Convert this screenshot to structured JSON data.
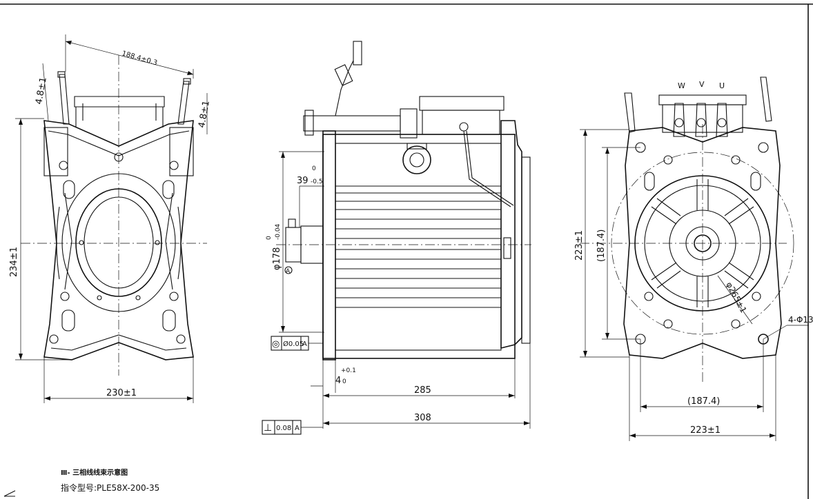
{
  "views": {
    "front": {
      "dim_height": "234±1",
      "dim_width": "230±1",
      "dim_terminal_span": "188.4±0.3",
      "dim_terminal_left": "4.8±1",
      "dim_terminal_right": "4.8±1"
    },
    "side": {
      "dim_shaft_dia": "φ178",
      "dim_shaft_tol_upper": "0",
      "dim_shaft_tol_lower": "-0.04",
      "dim_shoulder": "39",
      "dim_shoulder_tol_upper": "0",
      "dim_shoulder_tol_lower": "-0.5",
      "dim_spigot": "4",
      "dim_spigot_tol_upper": "+0.1",
      "dim_spigot_tol_lower": "0",
      "dim_body_len": "285",
      "dim_total_len": "308",
      "datum_a": "A",
      "concentricity_symbol": "◎",
      "concentricity_value": "Ø0.05",
      "concentricity_datum": "A",
      "perpendicularity_symbol": "⊥",
      "perpendicularity_value": "0.08",
      "perpendicularity_datum": "A"
    },
    "rear": {
      "phase_w": "W",
      "phase_v": "V",
      "phase_u": "U",
      "dim_height": "223±1",
      "dim_hole_vertical": "(187.4)",
      "dim_hole_horizontal": "(187.4)",
      "dim_width": "223±1",
      "dim_pcd": "φ265±1",
      "dim_holes": "4-Φ13"
    }
  },
  "legend": {
    "title": "Ⅲ- 三相线线束示意图",
    "model": "指令型号:PLE58X-200-35"
  }
}
